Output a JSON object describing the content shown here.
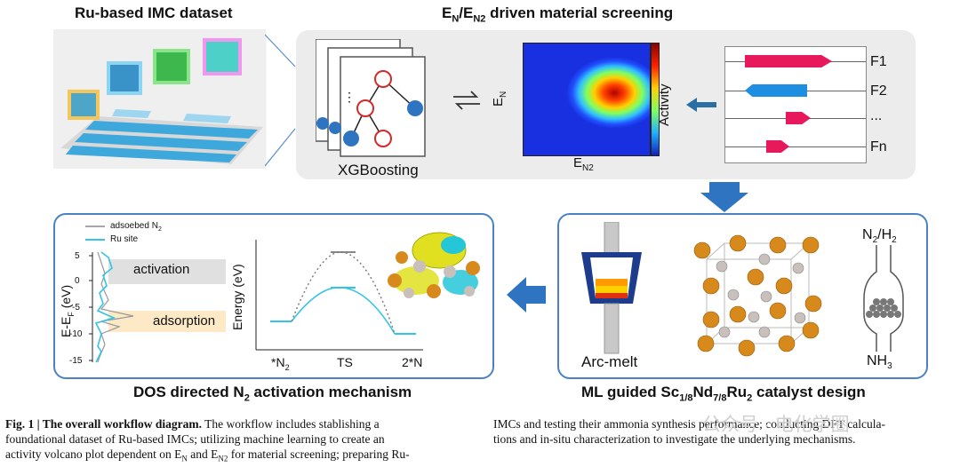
{
  "panels": {
    "dataset": {
      "title": "Ru-based IMC dataset"
    },
    "screening": {
      "title_main": "E",
      "title_sub1": "N",
      "title_mid": "/E",
      "title_sub2": "N2",
      "title_tail": " driven material screening",
      "model_label": "XGBoosting",
      "heatmap": {
        "xlabel_main": "E",
        "xlabel_sub": "N2",
        "ylabel_main": "E",
        "ylabel_sub": "N",
        "colorbar_label": "Activity"
      },
      "features": [
        "F1",
        "F2",
        "...",
        "Fn"
      ]
    },
    "design": {
      "title_pre": "ML guided Sc",
      "title_sub1": "1/8",
      "title_nd": "Nd",
      "title_sub2": "7/8",
      "title_ru": "Ru",
      "title_sub3": "2",
      "title_tail": " catalyst design",
      "arc_label": "Arc-melt",
      "top_label": "N",
      "top_sub1": "2",
      "top_mid": "/H",
      "top_sub2": "2",
      "bottom_label": "NH",
      "bottom_sub": "3"
    },
    "mechanism": {
      "title_pre": "DOS directed N",
      "title_sub": "2",
      "title_tail": " activation mechanism",
      "legend": [
        "adsoebed N",
        "Ru site"
      ],
      "legend_sub": "2",
      "dos_ylabel": "E-E",
      "dos_ylabel_sub": "F",
      "dos_ylabel_unit": " (eV)",
      "dos_ticks": [
        "5",
        "0",
        "-5",
        "-10",
        "-15"
      ],
      "activation_label": "activation",
      "adsorption_label": "adsorption",
      "energy_ylabel": "Energy (eV)",
      "energy_xticks_n2_pre": "*N",
      "energy_xticks_n2_sub": "2",
      "energy_xticks_ts": "TS",
      "energy_xticks_2n": "2*N"
    }
  },
  "caption": {
    "fig_label": "Fig. 1 | The overall workflow diagram.",
    "left_text_1": " The workflow includes stablishing a",
    "left_text_2": "foundational dataset of Ru-based IMCs; utilizing machine learning to create an",
    "left_text_3_pre": "activity volcano plot dependent on E",
    "left_text_3_sub1": "N",
    "left_text_3_mid": " and E",
    "left_text_3_sub2": "N2",
    "left_text_3_tail": " for material screening; preparing Ru-",
    "right_text_1": "IMCs and testing their ammonia synthesis performance; conducting DFT calcula-",
    "right_text_2": "tions and in-situ characterization to investigate the underlying mechanisms."
  },
  "watermark": {
    "text_1": "公众号",
    "text_2": "电化学圈"
  },
  "colors": {
    "accent_blue": "#2a6ebb",
    "panel_gray": "#ececec",
    "arrow_blue": "#2e74c0",
    "cyan": "#35c3e6",
    "magenta": "#e8185c"
  }
}
